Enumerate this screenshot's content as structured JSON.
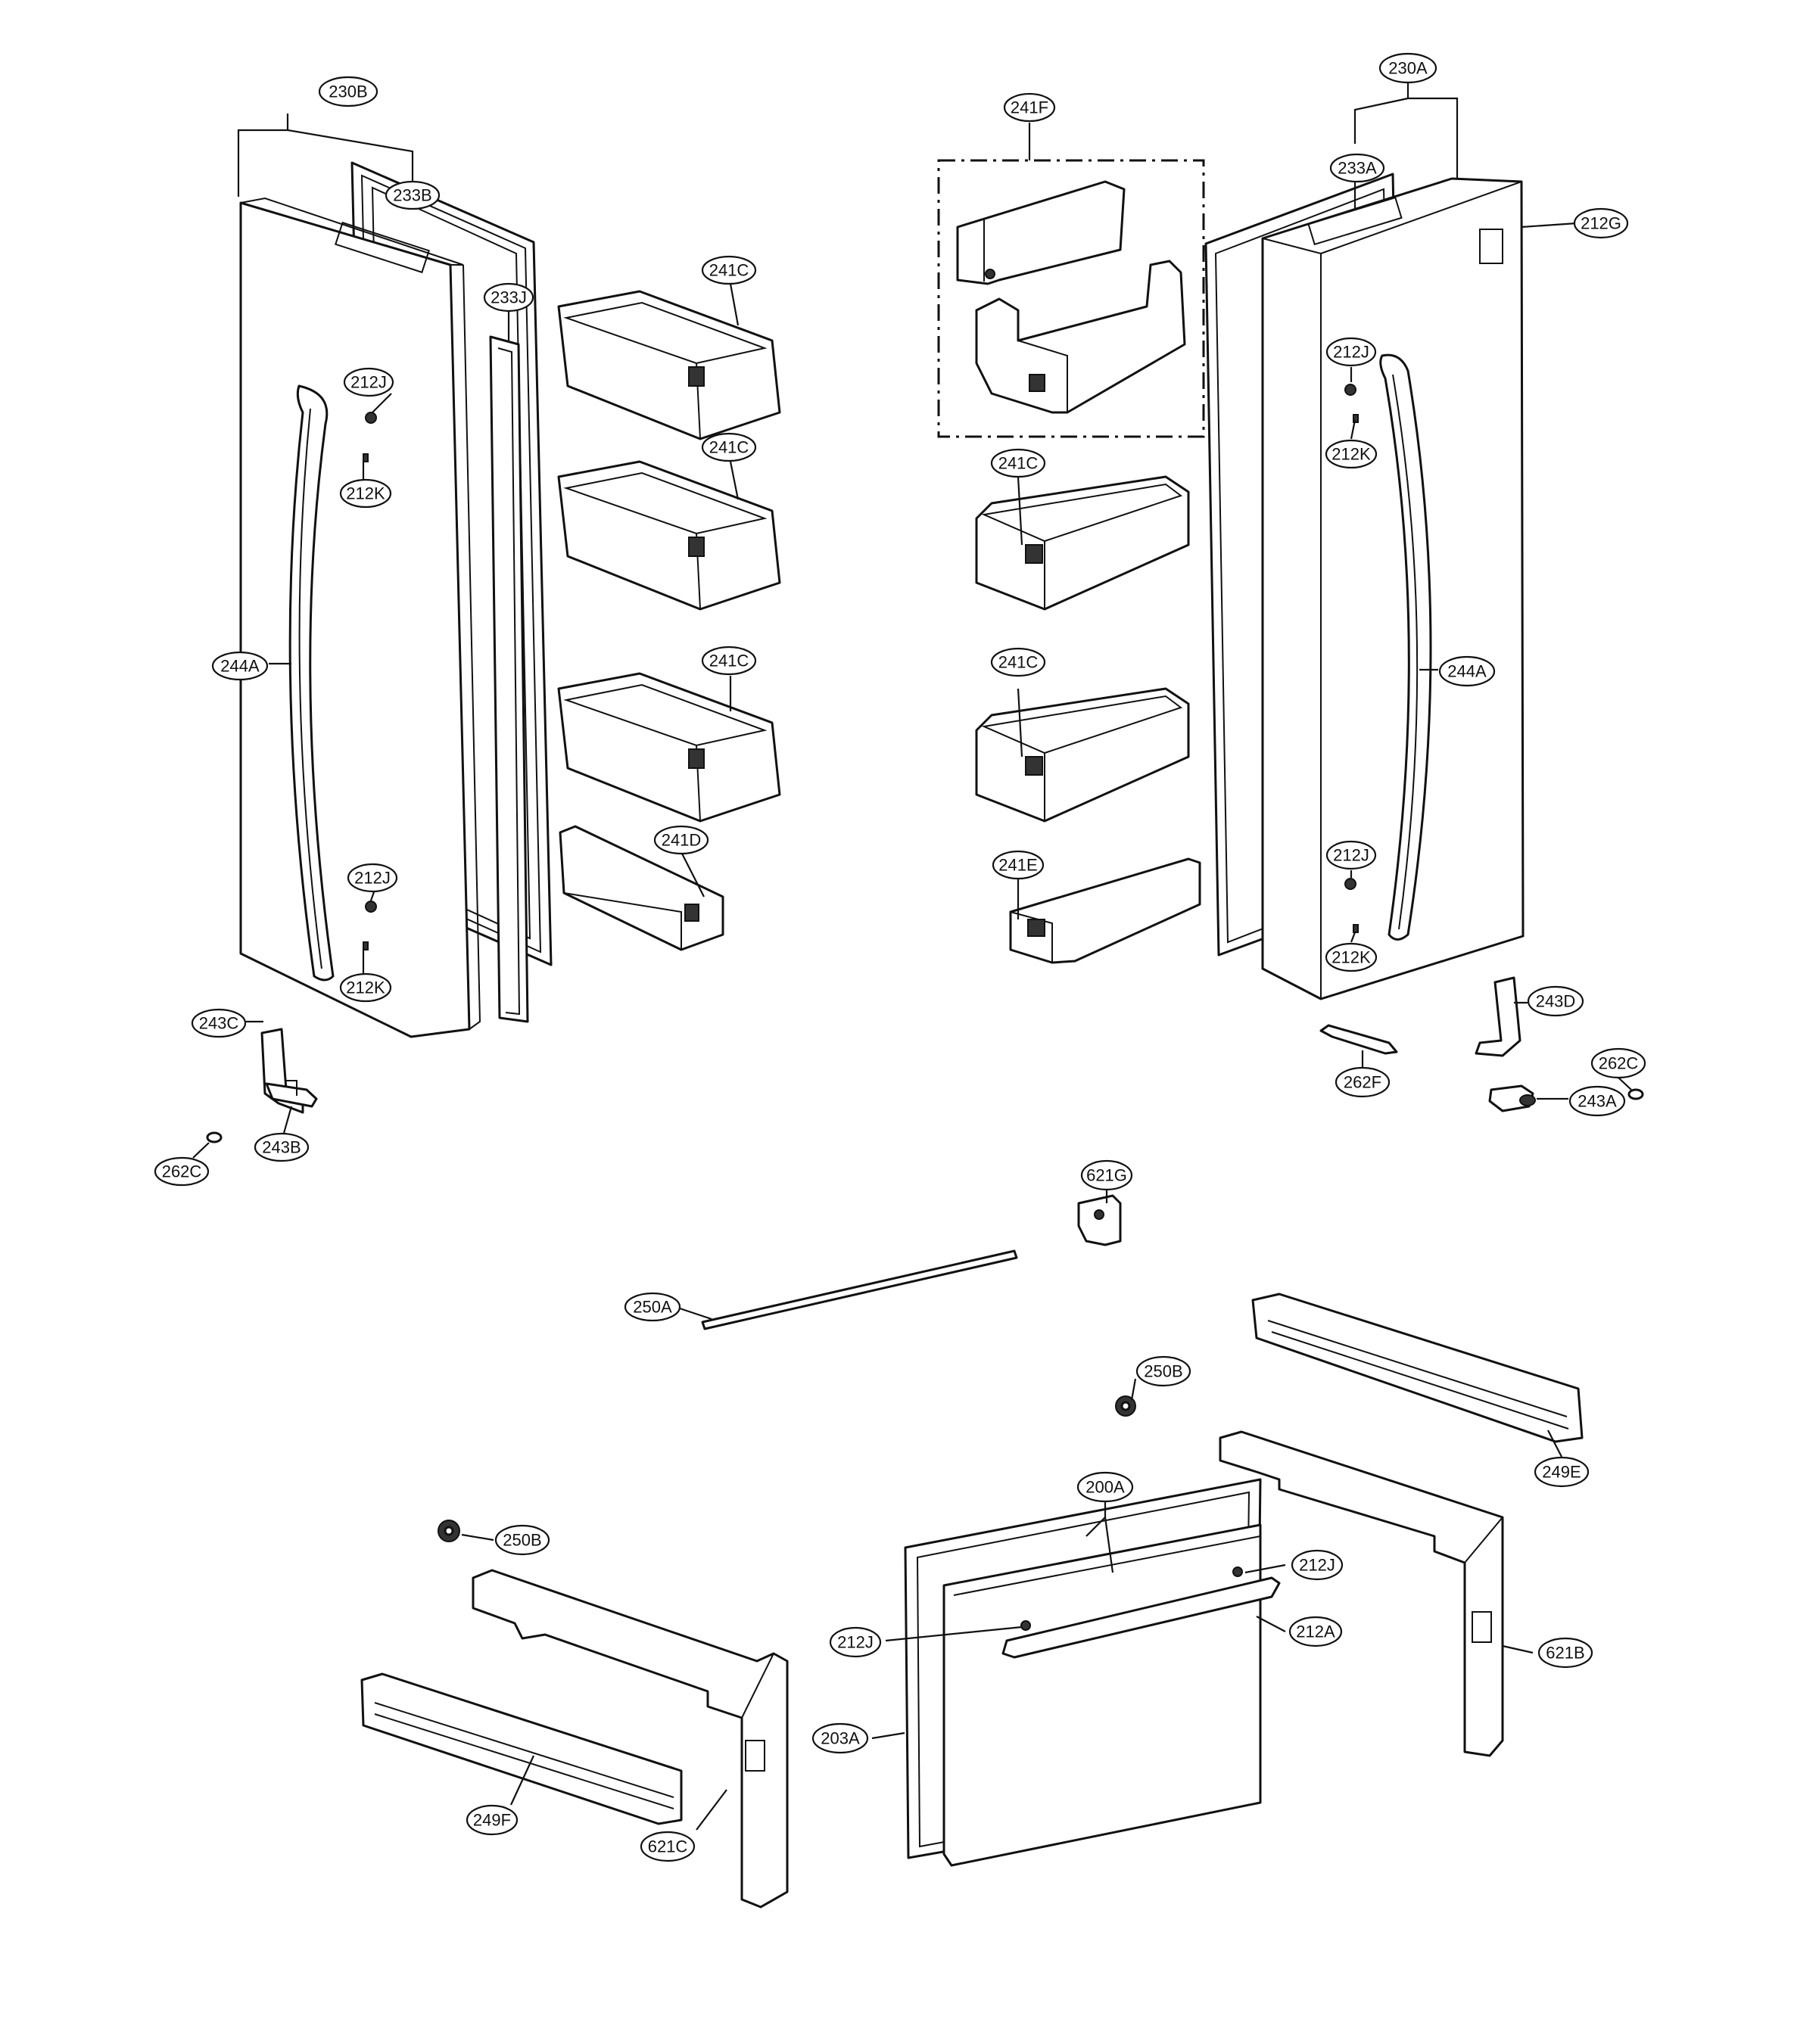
{
  "diagram": {
    "colors": {
      "line": "#111111",
      "background": "#ffffff"
    },
    "callouts": {
      "c230B": "230B",
      "c233B": "233B",
      "c233J": "233J",
      "c241C_l1": "241C",
      "c241C_l2": "241C",
      "c241C_l3": "241C",
      "c241D": "241D",
      "c212J_l1": "212J",
      "c212K_l1": "212K",
      "c244A_l": "244A",
      "c212J_l2": "212J",
      "c212K_l2": "212K",
      "c243C": "243C",
      "c243B": "243B",
      "c262C_l": "262C",
      "c230A": "230A",
      "c233A": "233A",
      "c241F": "241F",
      "c212G": "212G",
      "c212J_r1": "212J",
      "c212K_r1": "212K",
      "c241C_r1": "241C",
      "c241C_r2": "241C",
      "c241E": "241E",
      "c244A_r": "244A",
      "c212J_r2": "212J",
      "c212K_r2": "212K",
      "c243D": "243D",
      "c262F": "262F",
      "c262C_r": "262C",
      "c243A": "243A",
      "c621G": "621G",
      "c250A": "250A",
      "c250B_r": "250B",
      "c249E": "249E",
      "c200A": "200A",
      "c212J_f1": "212J",
      "c212J_f2": "212J",
      "c212A": "212A",
      "c621B": "621B",
      "c203A": "203A",
      "c250B_l": "250B",
      "c249F": "249F",
      "c621C": "621C"
    }
  }
}
